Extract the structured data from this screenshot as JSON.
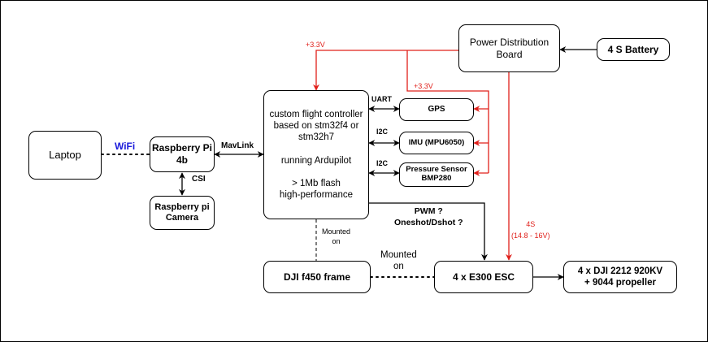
{
  "colors": {
    "power": "#e0201b",
    "wifi": "#1a1adb",
    "line": "#000000"
  },
  "nodes": {
    "laptop": "Laptop",
    "raspberry_pi": "Raspberry Pi\n4b",
    "pi_camera": "Raspberry pi\nCamera",
    "flight_controller": "custom flight controller\nbased on stm32f4 or\nstm32h7\n\nrunning Ardupilot\n\n> 1Mb flash\nhigh-performance",
    "gps": "GPS",
    "imu": "IMU (MPU6050)",
    "pressure_sensor": "Pressure Sensor\nBMP280",
    "power_distribution_board": "Power Distribution\nBoard",
    "battery": "4 S Battery",
    "frame": "DJI f450 frame",
    "esc": "4 x E300 ESC",
    "motors": "4 x DJI 2212 920KV\n+ 9044 propeller"
  },
  "edges": {
    "wifi": "WiFi",
    "csi": "CSI",
    "mavlink": "MavLink",
    "uart": "UART",
    "i2c_imu": "I2C",
    "i2c_pressure": "I2C",
    "power_fc": "+3.3V",
    "power_sensors": "+3.3V",
    "pwm": "PWM ?\nOneshot/Dshot ?",
    "esc_power": "4S\n(14.8 - 16V)",
    "fc_mounted": "Mounted\non",
    "esc_mounted": "Mounted\non"
  }
}
